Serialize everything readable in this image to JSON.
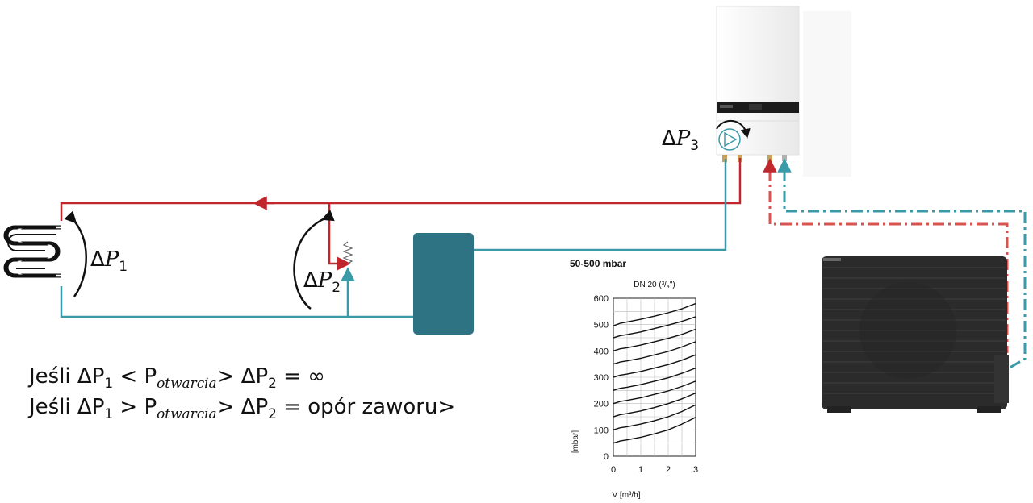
{
  "labels": {
    "dp1": "ΔP₁",
    "dp2": "ΔP₂",
    "dp3": "ΔP₃"
  },
  "formulas": [
    {
      "prefix": "Jeśli ΔP",
      "sub1": "1",
      "op": " < P",
      "sub2": "otwarcia",
      "mid": "> ΔP",
      "sub3": "2",
      "rhs": " = ∞"
    },
    {
      "prefix": "Jeśli ΔP",
      "sub1": "1",
      "op": " > P",
      "sub2": "otwarcia",
      "mid": "> ΔP",
      "sub3": "2",
      "rhs": " =  opór zaworu>"
    }
  ],
  "colors": {
    "supply": "#c0272d",
    "return": "#3a9aa8",
    "buffer": "#2e7383",
    "outdoor_unit": "#2b2b2b",
    "indoor_unit": "#fafafa"
  },
  "chart_data": {
    "type": "line",
    "title": "50-500 mbar",
    "subtitle": "DN 20 (³/₄\")",
    "xlabel": "V [m³/h]",
    "ylabel": "[mbar]",
    "xlim": [
      0,
      3
    ],
    "ylim": [
      0,
      600
    ],
    "xticks": [
      0,
      1,
      2,
      3
    ],
    "yticks": [
      0,
      100,
      200,
      300,
      400,
      500,
      600
    ],
    "grid": true,
    "series": [
      {
        "x": [
          0,
          0.25,
          0.5,
          1,
          1.5,
          2,
          2.5,
          3
        ],
        "y": [
          50,
          58,
          62,
          72,
          85,
          100,
          122,
          148
        ]
      },
      {
        "x": [
          0,
          0.25,
          0.5,
          1,
          1.5,
          2,
          2.5,
          3
        ],
        "y": [
          100,
          108,
          112,
          122,
          135,
          150,
          170,
          195
        ]
      },
      {
        "x": [
          0,
          0.25,
          0.5,
          1,
          1.5,
          2,
          2.5,
          3
        ],
        "y": [
          150,
          158,
          162,
          172,
          185,
          200,
          218,
          240
        ]
      },
      {
        "x": [
          0,
          0.25,
          0.5,
          1,
          1.5,
          2,
          2.5,
          3
        ],
        "y": [
          200,
          208,
          212,
          222,
          235,
          248,
          265,
          285
        ]
      },
      {
        "x": [
          0,
          0.25,
          0.5,
          1,
          1.5,
          2,
          2.5,
          3
        ],
        "y": [
          250,
          258,
          262,
          272,
          285,
          298,
          315,
          335
        ]
      },
      {
        "x": [
          0,
          0.25,
          0.5,
          1,
          1.5,
          2,
          2.5,
          3
        ],
        "y": [
          300,
          308,
          312,
          322,
          335,
          348,
          365,
          385
        ]
      },
      {
        "x": [
          0,
          0.25,
          0.5,
          1,
          1.5,
          2,
          2.5,
          3
        ],
        "y": [
          350,
          358,
          362,
          372,
          385,
          398,
          415,
          435
        ]
      },
      {
        "x": [
          0,
          0.25,
          0.5,
          1,
          1.5,
          2,
          2.5,
          3
        ],
        "y": [
          400,
          408,
          412,
          422,
          435,
          448,
          463,
          482
        ]
      },
      {
        "x": [
          0,
          0.25,
          0.5,
          1,
          1.5,
          2,
          2.5,
          3
        ],
        "y": [
          450,
          458,
          462,
          472,
          485,
          498,
          512,
          530
        ]
      },
      {
        "x": [
          0,
          0.25,
          0.5,
          1,
          1.5,
          2,
          2.5,
          3
        ],
        "y": [
          495,
          505,
          510,
          520,
          532,
          545,
          560,
          580
        ]
      }
    ]
  }
}
